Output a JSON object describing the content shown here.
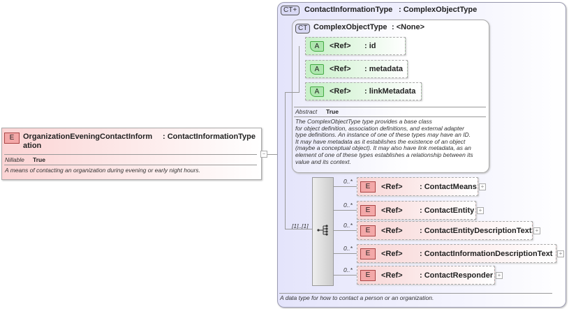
{
  "root_element": {
    "badge": "E",
    "name": "OrganizationEveningContactInform",
    "type": ": ContactInformationType",
    "name_wrap": "ation",
    "nillable_label": "Nillable",
    "nillable_value": "True",
    "description": "A means of contacting an organization during evening or early night hours."
  },
  "complex_type": {
    "badge": "CT+",
    "name": "ContactInformationType",
    "base": ": ComplexObjectType",
    "description": "A data type for how to contact a person or an organization."
  },
  "base_type": {
    "badge": "CT",
    "name": "ComplexObjectType",
    "base": ": <None>",
    "abstract_label": "Abstract",
    "abstract_value": "True",
    "description": [
      "The ComplexObjectType type provides a base class",
      "for object definition, association definitions, and external adapter",
      "type definitions. An instance of one of these types may have an ID.",
      "It may have metadata as it establishes the existence of an object",
      "(maybe a conceptual object). It may also have link metadata, as an",
      "element of one of these types establishes a relationship between its",
      "value and its context."
    ],
    "attributes": [
      {
        "badge": "A",
        "ref": "<Ref>",
        "name": ": id"
      },
      {
        "badge": "A",
        "ref": "<Ref>",
        "name": ": metadata"
      },
      {
        "badge": "A",
        "ref": "<Ref>",
        "name": ": linkMetadata"
      }
    ]
  },
  "sequence": {
    "multiplicity": "[1]..[1]",
    "icon": "sequence-icon"
  },
  "elements": [
    {
      "badge": "E",
      "ref": "<Ref>",
      "name": ": ContactMeans",
      "multiplicity": "0..*"
    },
    {
      "badge": "E",
      "ref": "<Ref>",
      "name": ": ContactEntity",
      "multiplicity": "0..*"
    },
    {
      "badge": "E",
      "ref": "<Ref>",
      "name": ": ContactEntityDescriptionText",
      "multiplicity": "0..*"
    },
    {
      "badge": "E",
      "ref": "<Ref>",
      "name": ": ContactInformationDescriptionText",
      "multiplicity": "0..*"
    },
    {
      "badge": "E",
      "ref": "<Ref>",
      "name": ": ContactResponder",
      "multiplicity": "0..*"
    }
  ],
  "colors": {
    "element": "#f3a8a8",
    "attribute": "#aee6ae",
    "complex_type": "#e4e4fb"
  }
}
